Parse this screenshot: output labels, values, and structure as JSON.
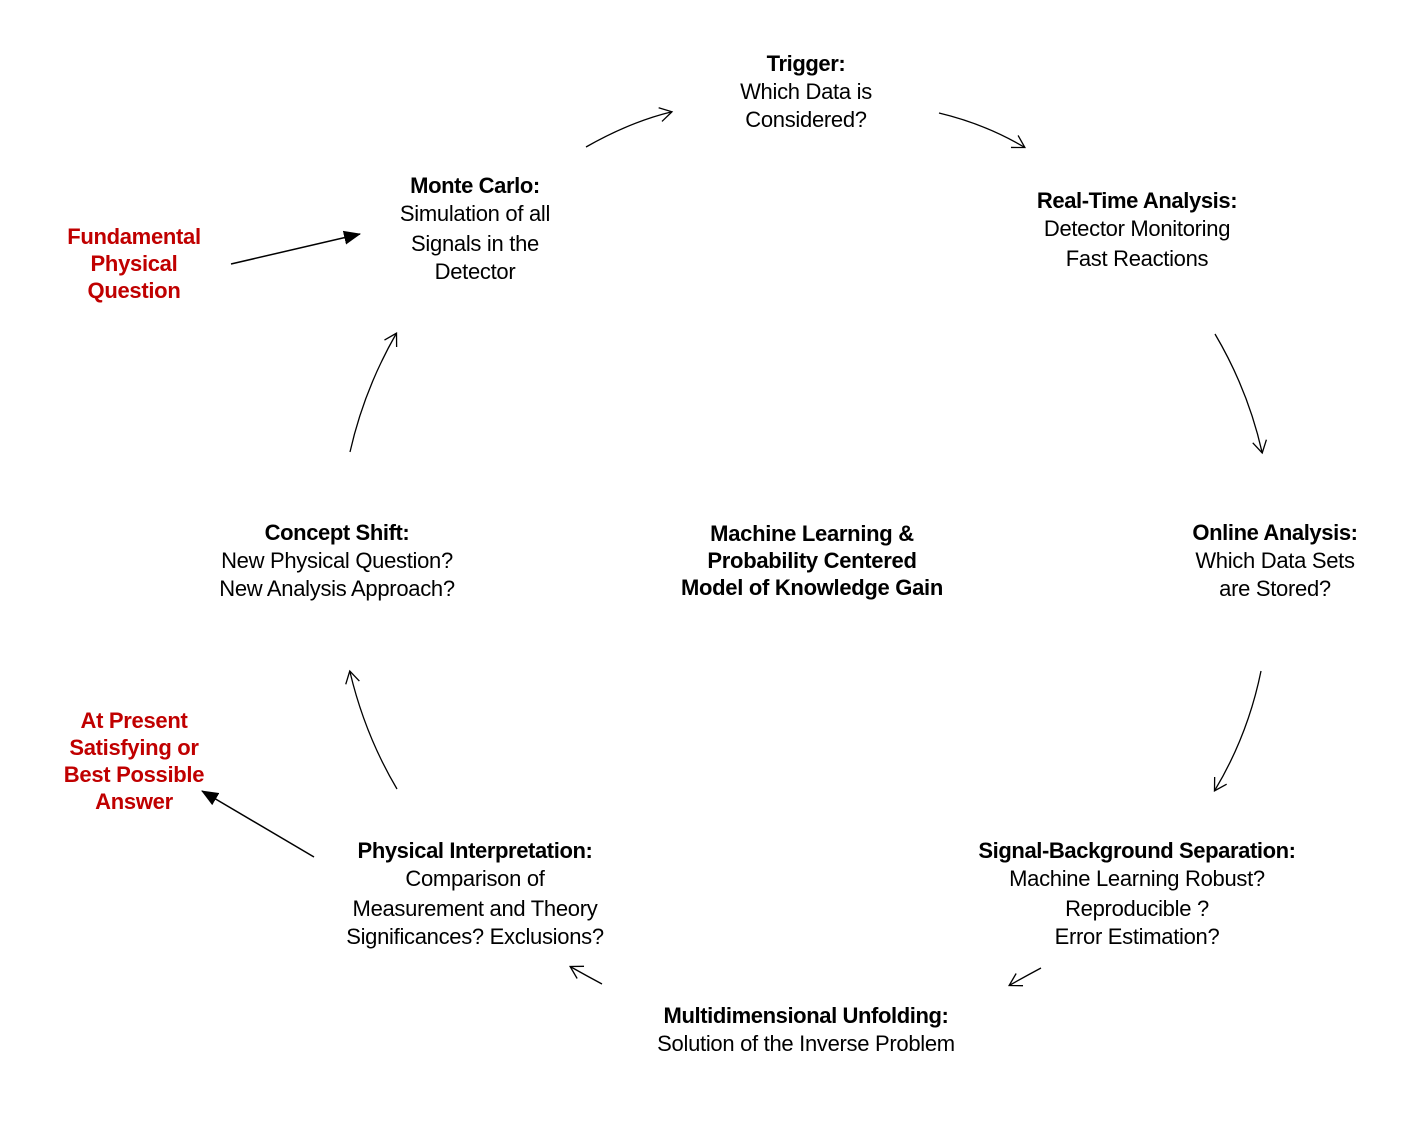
{
  "center_label": {
    "lines": [
      "Machine Learning &",
      "Probability Centered",
      "Model of Knowledge Gain"
    ]
  },
  "cycle_nodes": [
    {
      "id": "trigger",
      "title": "Trigger:",
      "lines": [
        "Which Data is",
        "Considered?"
      ]
    },
    {
      "id": "real-time-analysis",
      "title": "Real-Time Analysis:",
      "lines": [
        "Detector Monitoring",
        "Fast Reactions"
      ]
    },
    {
      "id": "online-analysis",
      "title": "Online Analysis:",
      "lines": [
        "Which Data Sets",
        "are Stored?"
      ]
    },
    {
      "id": "signal-background-separation",
      "title": "Signal-Background Separation:",
      "lines": [
        "Machine Learning Robust?",
        "Reproducible ?",
        "Error Estimation?"
      ]
    },
    {
      "id": "multidimensional-unfolding",
      "title": "Multidimensional Unfolding:",
      "lines": [
        "Solution of the Inverse Problem"
      ]
    },
    {
      "id": "physical-interpretation",
      "title": "Physical Interpretation:",
      "lines": [
        "Comparison of",
        "Measurement and Theory",
        "Significances? Exclusions?"
      ]
    },
    {
      "id": "concept-shift",
      "title": "Concept Shift:",
      "lines": [
        "New Physical Question?",
        "New Analysis Approach?"
      ]
    },
    {
      "id": "monte-carlo",
      "title": "Monte Carlo:",
      "lines": [
        "Simulation of all",
        "Signals in the",
        "Detector"
      ]
    }
  ],
  "external_nodes": [
    {
      "id": "fundamental-question",
      "lines": [
        "Fundamental",
        "Physical",
        "Question"
      ]
    },
    {
      "id": "best-answer",
      "lines": [
        "At Present",
        "Satisfying or",
        "Best Possible",
        "Answer"
      ]
    }
  ],
  "colors": {
    "accent_red": "#C00000",
    "text": "#000000",
    "background": "#FFFFFF"
  }
}
